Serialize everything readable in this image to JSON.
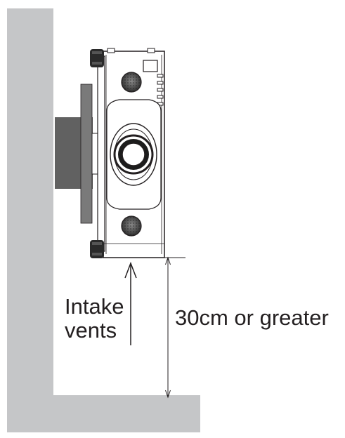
{
  "labels": {
    "intake_line1": "Intake",
    "intake_line2": "vents",
    "clearance": "30cm or greater"
  },
  "colors": {
    "wall": "#c5c6c8",
    "mount_dark": "#616161",
    "mount_mid": "#7a7a7a",
    "outline": "#231f20",
    "projector_body": "#ffffff",
    "grille": "#4a4a4a",
    "feet": "#2a2a2a"
  },
  "icons": [
    "wall-mount-bracket",
    "projector-lens",
    "speaker-grille",
    "projector-foot",
    "upward-arrow",
    "dimension-line"
  ]
}
